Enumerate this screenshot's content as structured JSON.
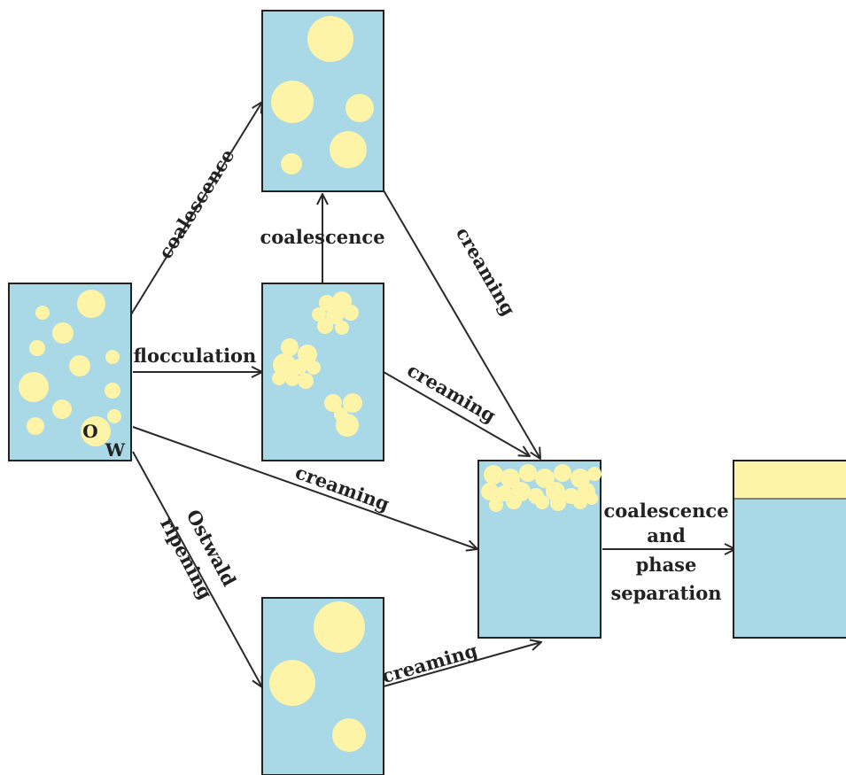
{
  "labels": {
    "coalescence_diag": "coalescence",
    "coalescence_vert": "coalescence",
    "flocculation": "flocculation",
    "creaming_top": "creaming",
    "creaming_mid": "creaming",
    "creaming_long": "creaming",
    "ostwald_line1": "Ostwald",
    "ostwald_line2": "ripening",
    "creaming_bottom": "creaming",
    "final_line1": "coalescence",
    "final_line2": "and",
    "final_line3": "phase",
    "final_line4": "separation",
    "oil": "O",
    "water": "W"
  },
  "colors": {
    "water": "#a9d9e6",
    "oil": "#fdf4a8",
    "outline": "#222222"
  }
}
